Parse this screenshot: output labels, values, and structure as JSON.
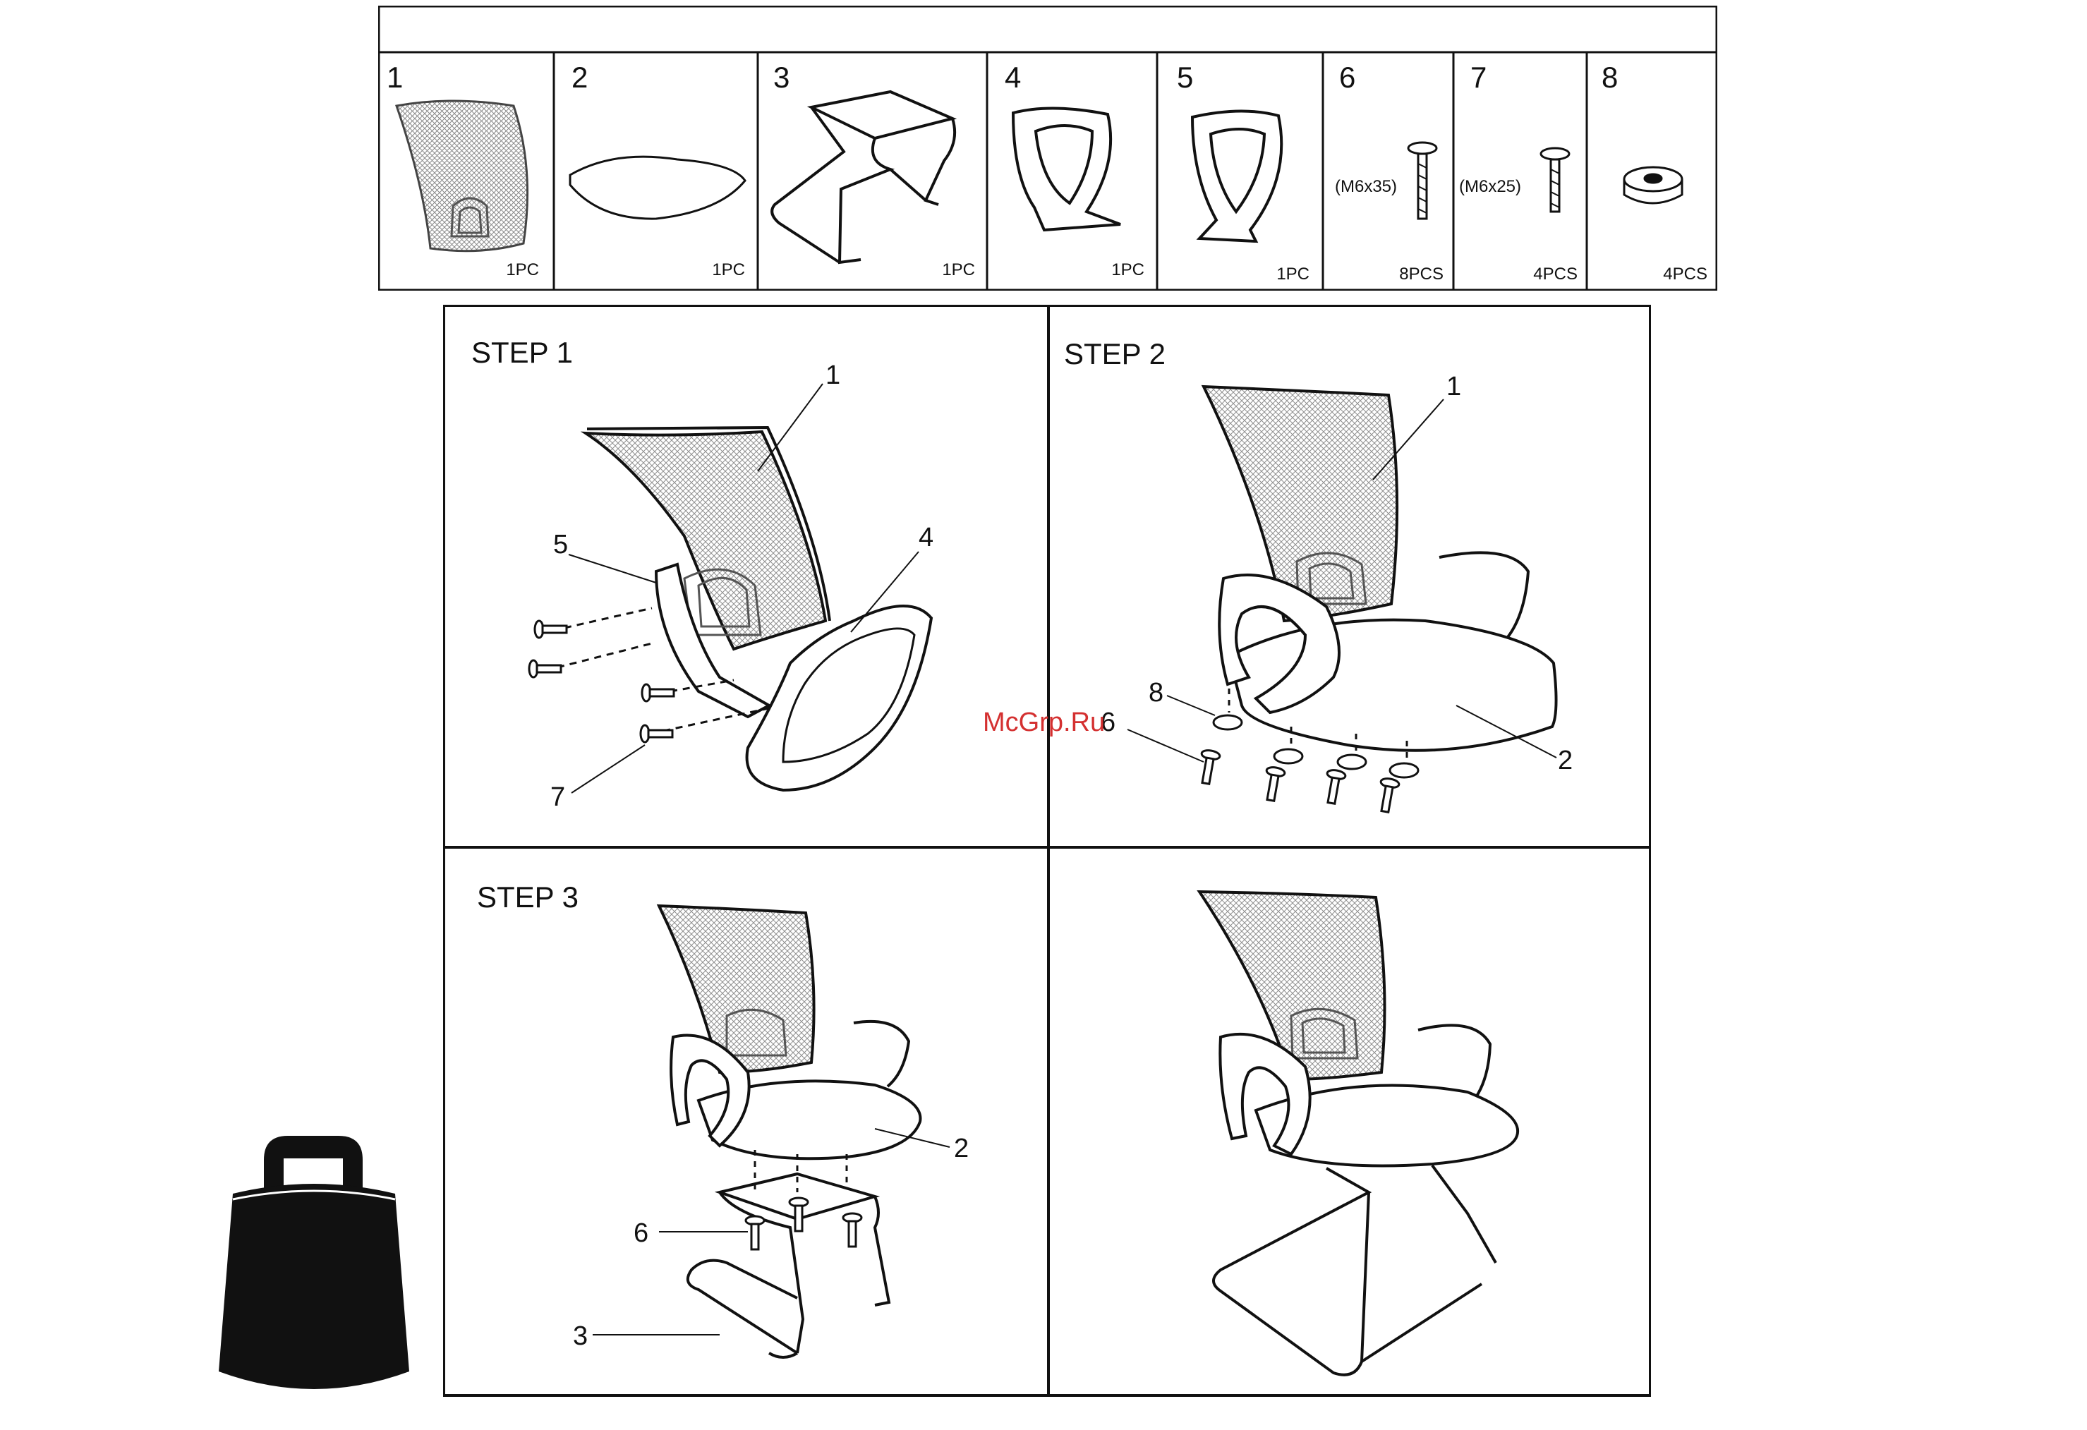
{
  "parts_table": {
    "header_text": "",
    "parts": [
      {
        "number": "1",
        "icon": "mesh-backrest-icon",
        "quantity": "1PC",
        "size": ""
      },
      {
        "number": "2",
        "icon": "seat-cushion-icon",
        "quantity": "1PC",
        "size": ""
      },
      {
        "number": "3",
        "icon": "sled-frame-icon",
        "quantity": "1PC",
        "size": ""
      },
      {
        "number": "4",
        "icon": "armrest-right-icon",
        "quantity": "1PC",
        "size": ""
      },
      {
        "number": "5",
        "icon": "armrest-left-icon",
        "quantity": "1PC",
        "size": ""
      },
      {
        "number": "6",
        "icon": "long-bolt-icon",
        "quantity": "8PCS",
        "size": "(M6x35)"
      },
      {
        "number": "7",
        "icon": "short-bolt-icon",
        "quantity": "4PCS",
        "size": "(M6x25)"
      },
      {
        "number": "8",
        "icon": "washer-icon",
        "quantity": "4PCS",
        "size": ""
      }
    ]
  },
  "steps": [
    {
      "title": "STEP 1",
      "callouts": [
        "1",
        "4",
        "5",
        "7"
      ]
    },
    {
      "title": "STEP 2",
      "callouts": [
        "1",
        "8",
        "6",
        "2"
      ]
    },
    {
      "title": "STEP 3",
      "callouts": [
        "2",
        "6",
        "3"
      ]
    },
    {
      "title": "",
      "callouts": []
    }
  ],
  "watermark": "McGrp.Ru",
  "icons": {
    "weight": "weight-icon"
  },
  "colors": {
    "line": "#111111",
    "mesh": "#9a9a9a",
    "watermark": "#d43030"
  }
}
